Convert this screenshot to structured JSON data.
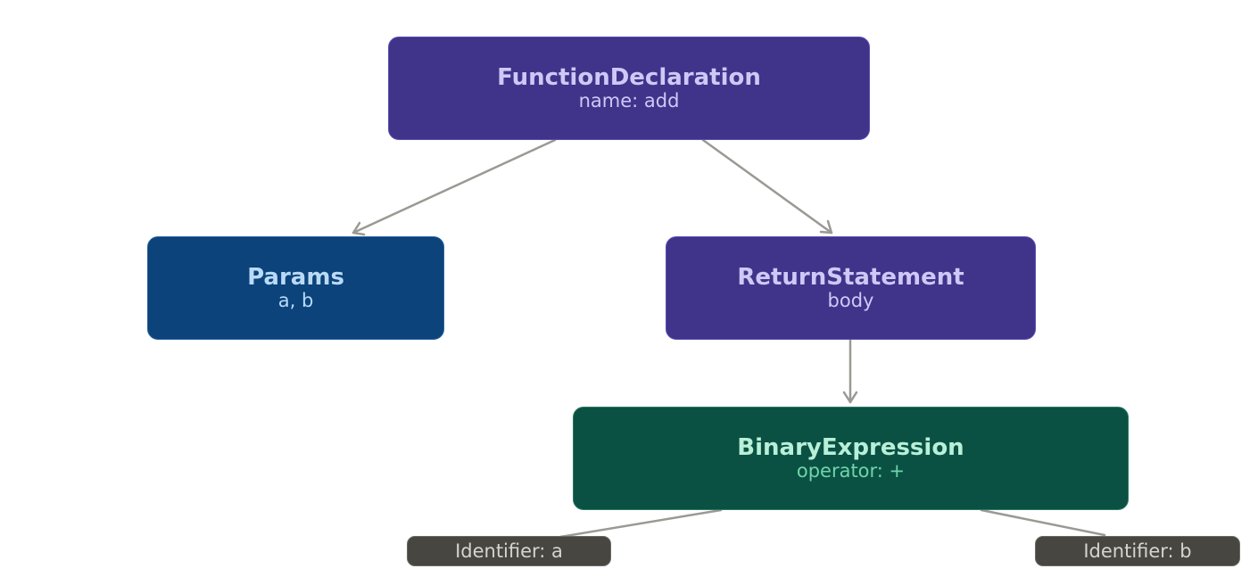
{
  "nodes": {
    "function_declaration": {
      "title": "FunctionDeclaration",
      "sub": "name: add"
    },
    "params": {
      "title": "Params",
      "sub": "a, b"
    },
    "return_statement": {
      "title": "ReturnStatement",
      "sub": "body"
    },
    "binary_expression": {
      "title": "BinaryExpression",
      "sub": "operator: +"
    },
    "identifier_a": {
      "label": "Identifier: a"
    },
    "identifier_b": {
      "label": "Identifier: b"
    }
  },
  "colors": {
    "edge": "#9a9993",
    "purple_node": "#3f3489",
    "blue_node": "#0b437a",
    "green_node": "#0a5143",
    "leaf_node": "#474641"
  }
}
